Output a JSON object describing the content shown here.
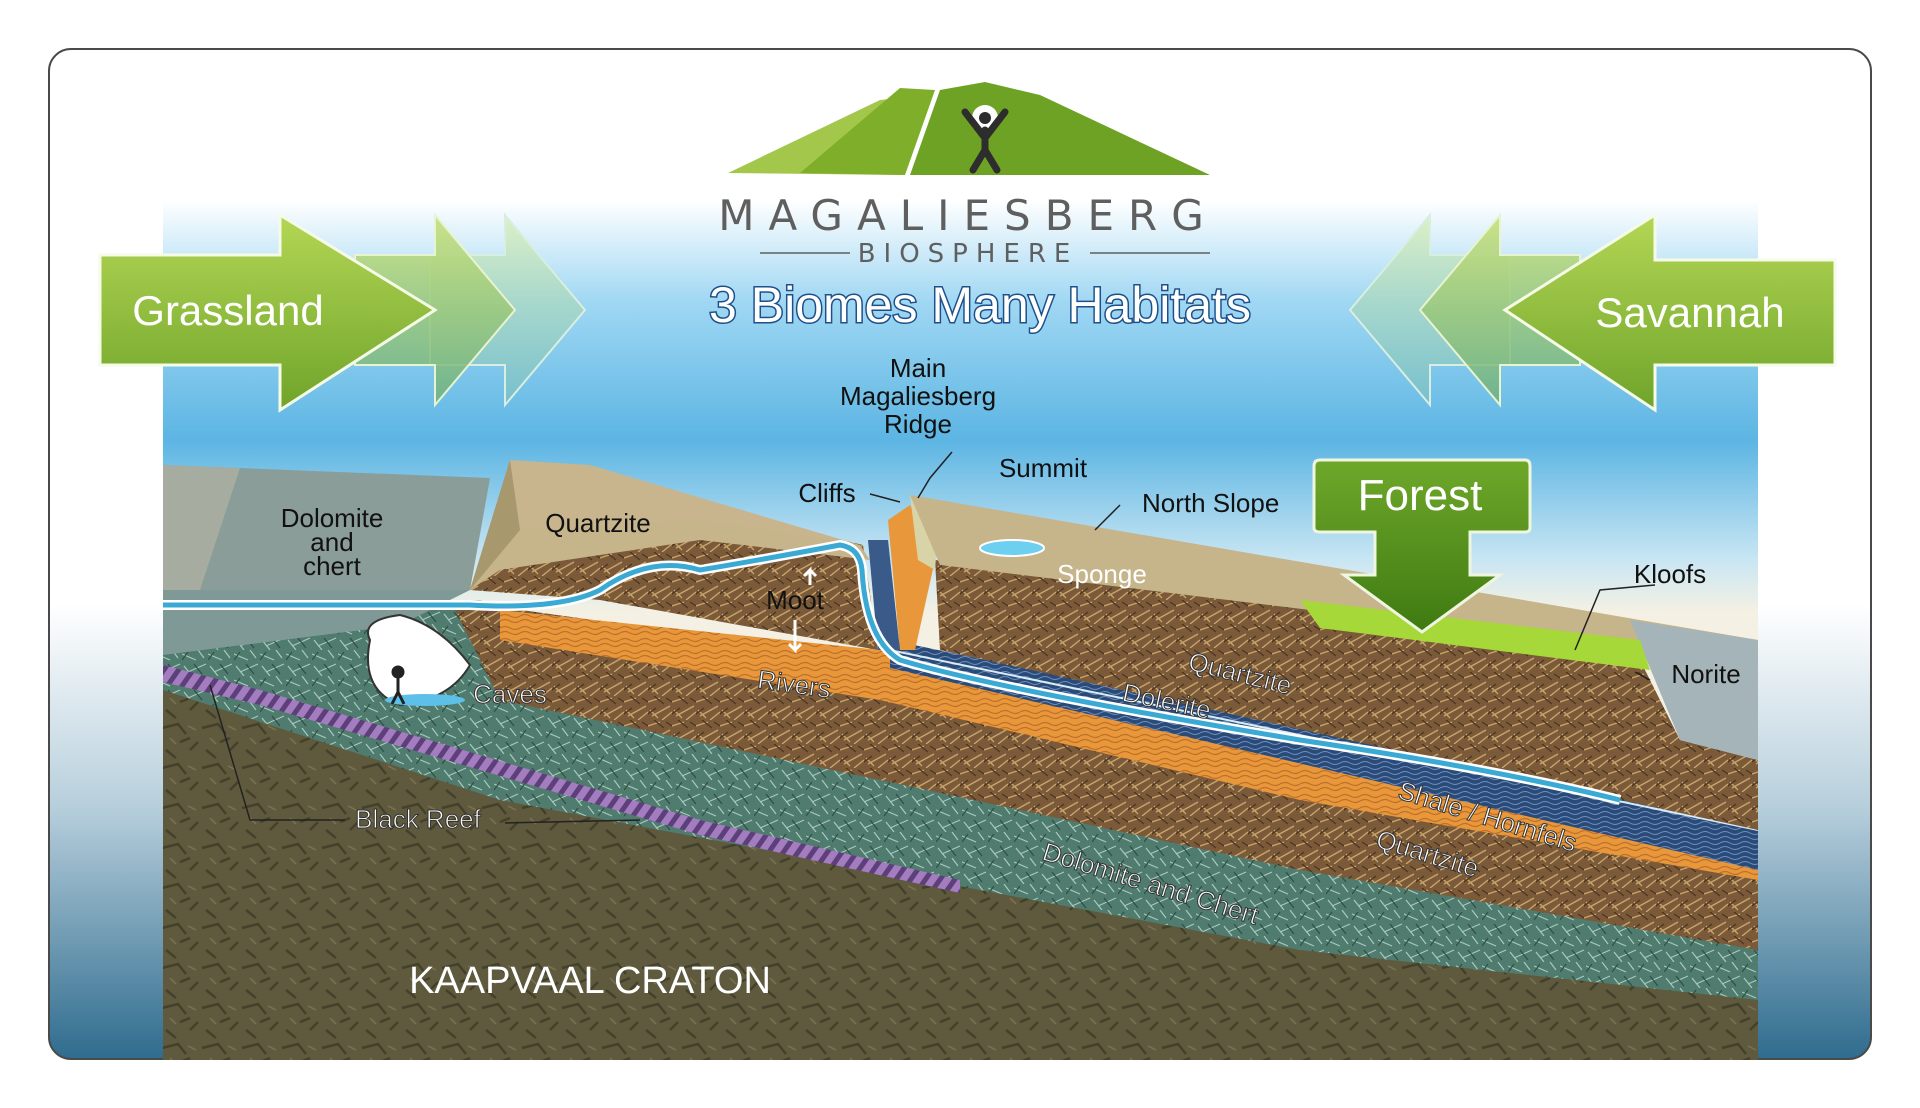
{
  "logo": {
    "name": "MAGALIESBERG",
    "sub": "BIOSPHERE"
  },
  "title": "3 Biomes Many Habitats",
  "biomes": {
    "left": "Grassland",
    "right": "Savannah",
    "center": "Forest"
  },
  "labels": {
    "ridge_line1": "Main",
    "ridge_line2": "Magaliesberg",
    "ridge_line3": "Ridge",
    "summit": "Summit",
    "cliffs": "Cliffs",
    "north_slope": "North Slope",
    "dolomite_line1": "Dolomite",
    "dolomite_line2": "and",
    "dolomite_line3": "chert",
    "quartzite_top": "Quartzite",
    "moot": "Moot",
    "sponge": "Sponge",
    "kloofs": "Kloofs",
    "norite": "Norite",
    "caves": "Caves",
    "rivers": "Rivers",
    "dolerite": "Dolerite",
    "quartzite_mid": "Quartzite",
    "shale": "Shale / Hornfels",
    "quartzite_low": "Quartzite",
    "dolomite_chert": "Dolomite and Chert",
    "black_reef": "Black Reef",
    "craton": "KAAPVAAL CRATON"
  },
  "colors": {
    "arrow_green": "#8dba3a",
    "arrow_dark": "#5c9a1e",
    "sky_top": "#4fb0e6",
    "frame": "#555555"
  }
}
